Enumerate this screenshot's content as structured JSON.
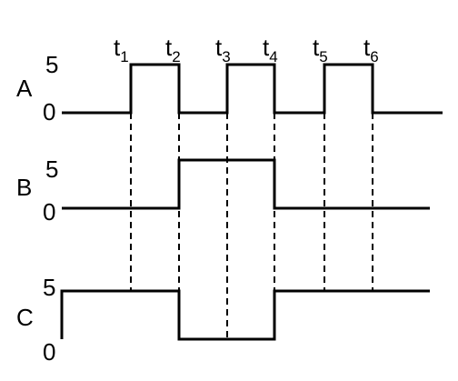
{
  "signals": [
    {
      "name": "A",
      "high_label": "5",
      "low_label": "0",
      "transitions": [
        "t1",
        "t2",
        "t3",
        "t4",
        "t5",
        "t6"
      ],
      "levels": [
        0,
        5,
        0,
        5,
        0,
        5,
        0
      ]
    },
    {
      "name": "B",
      "high_label": "5",
      "low_label": "0",
      "transitions": [
        "t2",
        "t4"
      ],
      "levels": [
        0,
        5,
        0
      ]
    },
    {
      "name": "C",
      "high_label": "5",
      "low_label": "0",
      "transitions": [
        "t2",
        "t4"
      ],
      "levels": [
        5,
        0,
        5
      ]
    }
  ],
  "time_markers": [
    {
      "base": "t",
      "sub": "1"
    },
    {
      "base": "t",
      "sub": "2"
    },
    {
      "base": "t",
      "sub": "3"
    },
    {
      "base": "t",
      "sub": "4"
    },
    {
      "base": "t",
      "sub": "5"
    },
    {
      "base": "t",
      "sub": "6"
    }
  ]
}
